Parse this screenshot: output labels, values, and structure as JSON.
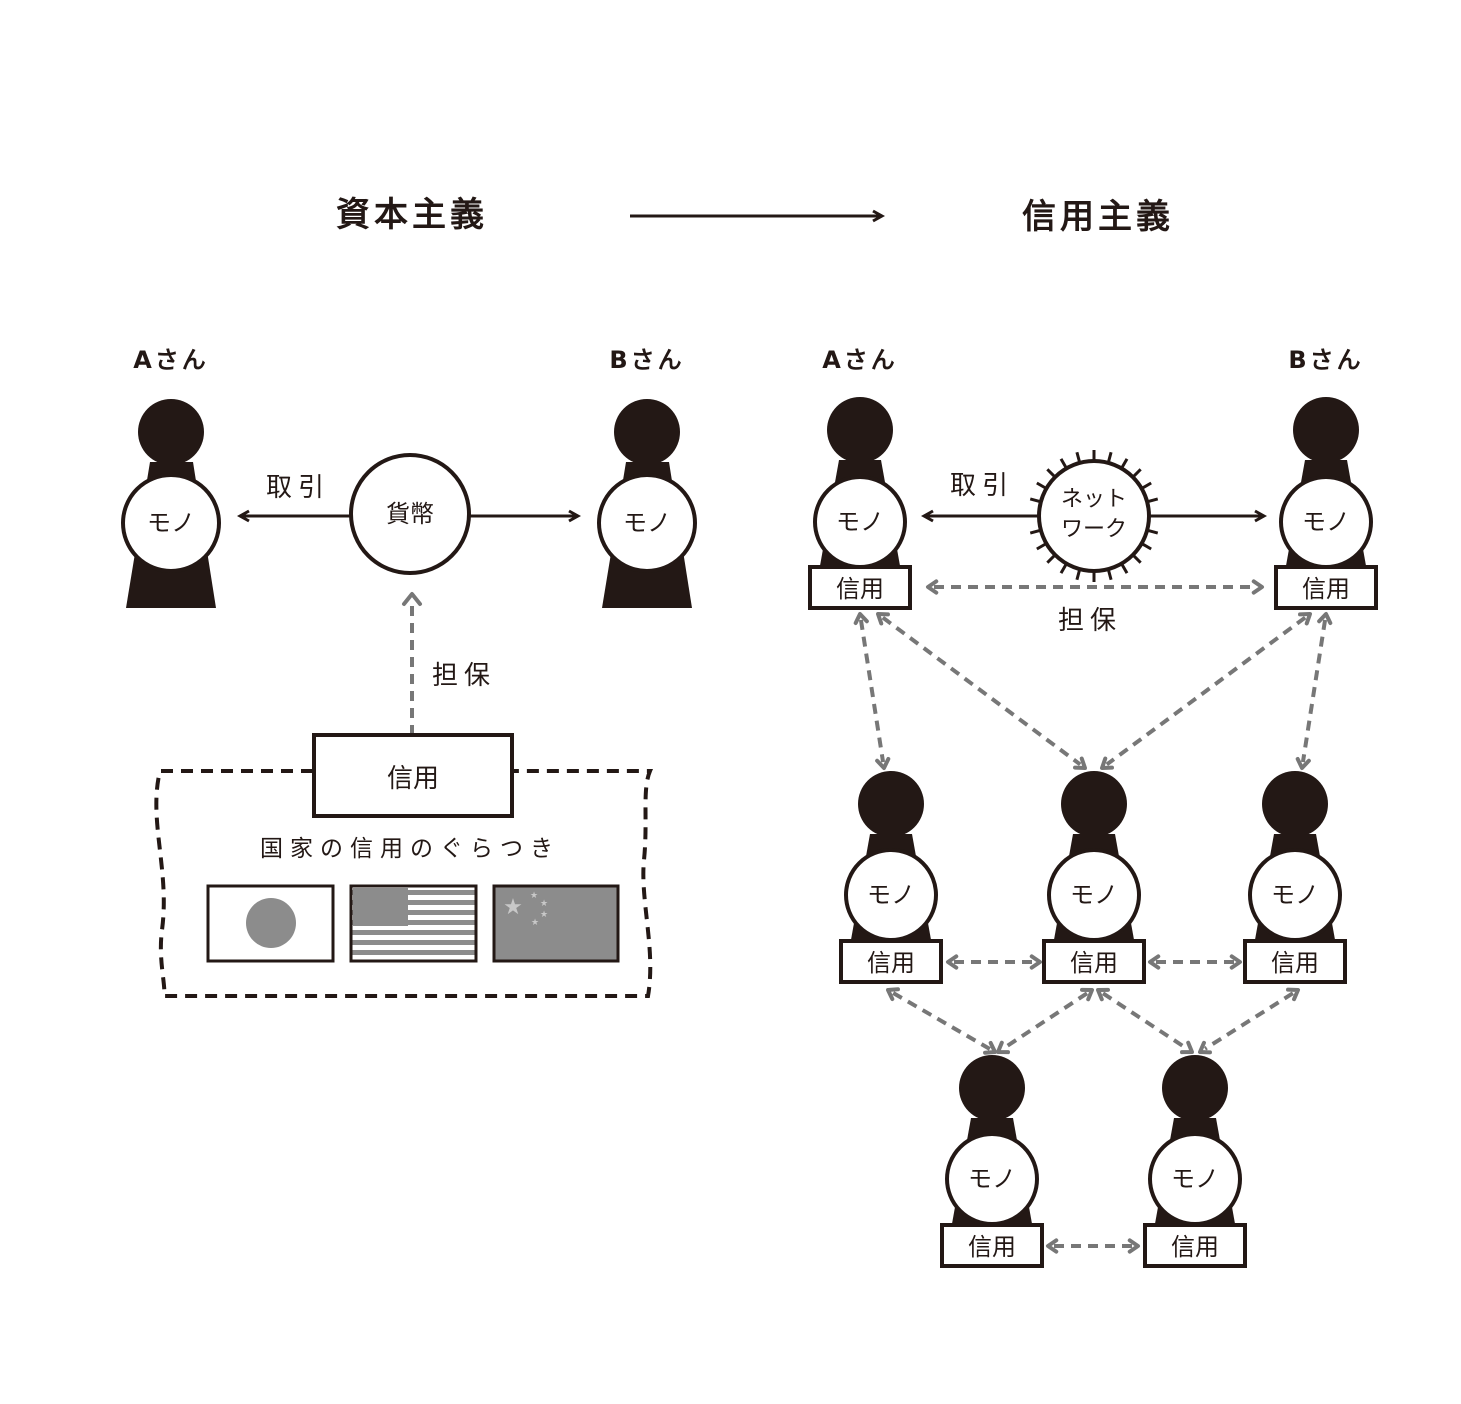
{
  "titles": {
    "left": "資本主義",
    "right": "信用主義"
  },
  "labels": {
    "person_a": "Aさん",
    "person_b": "Bさん",
    "mono": "モノ",
    "shinyo": "信用",
    "torihiki": "取引",
    "tanpo": "担保",
    "kahei": "貨幣",
    "network_line1": "ネット",
    "network_line2": "ワーク",
    "fluctuation": "国家の信用のぐらつき"
  },
  "flags": {
    "japan": "japan-flag-icon",
    "usa": "usa-flag-icon",
    "china": "china-flag-icon"
  },
  "colors": {
    "ink": "#231815",
    "dash": "#777777",
    "flag_gray": "#8c8c8c"
  }
}
